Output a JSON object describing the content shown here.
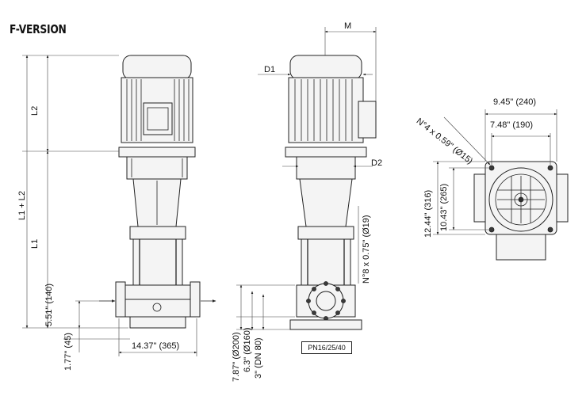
{
  "title": "F-VERSION",
  "front_view": {
    "dims": {
      "l2": "L2",
      "l1_l2": "L1 + L2",
      "l1": "L1",
      "inlet_height": "5.51\" (140)",
      "base_height": "1.77\" (45)",
      "flange_span": "14.37\" (365)"
    }
  },
  "side_view": {
    "dims": {
      "m": "M",
      "d1": "D1",
      "d2": "D2",
      "bolts": "N°8 x 0.75\" (Ø19)",
      "d200": "7.87\" (Ø200)",
      "d160": "6.3\" (Ø160)",
      "dn80": "3\" (DN 80)"
    },
    "pressure_label": "PN16/25/40"
  },
  "top_view": {
    "dims": {
      "width_outer": "9.45\" (240)",
      "width_inner": "7.48\" (190)",
      "base_holes": "N°4 x 0.59\" (Ø15)",
      "depth_outer": "12.44\" (316)",
      "depth_inner": "10.43\" (265)"
    }
  }
}
